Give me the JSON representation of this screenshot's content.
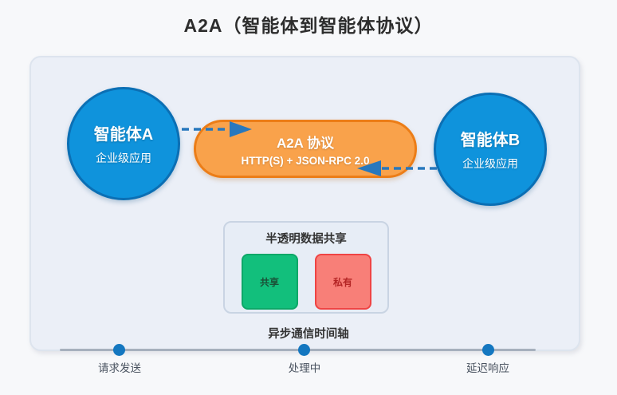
{
  "title": "A2A（智能体到智能体协议）",
  "agents": {
    "a": {
      "name": "智能体A",
      "subtitle": "企业级应用"
    },
    "b": {
      "name": "智能体B",
      "subtitle": "企业级应用"
    }
  },
  "protocol": {
    "title": "A2A 协议",
    "subtitle": "HTTP(S) + JSON-RPC 2.0"
  },
  "data_share": {
    "title": "半透明数据共享",
    "items": [
      {
        "label": "共享",
        "type": "shared"
      },
      {
        "label": "私有",
        "type": "private"
      }
    ]
  },
  "timeline": {
    "title": "异步通信时间轴",
    "points": [
      {
        "label": "请求发送"
      },
      {
        "label": "处理中"
      },
      {
        "label": "延迟响应"
      }
    ]
  },
  "colors": {
    "page_background": "#f7f8fa",
    "panel_background": "#ebeff7",
    "panel_border": "#dde4ee",
    "agent_blue": "#0f93dc",
    "agent_border_blue": "#0b6fb4",
    "protocol_orange": "#f9a24b",
    "protocol_border_orange": "#ec7d17",
    "arrow_blue": "#2878bd",
    "shared_green": "#12bf7c",
    "shared_green_border": "#0da868",
    "private_red": "#f87f78",
    "private_red_border": "#ef4444",
    "timeline_dot_blue": "#1477c0",
    "timeline_line_gray": "#a6b0bd",
    "text_dark": "#333333"
  }
}
